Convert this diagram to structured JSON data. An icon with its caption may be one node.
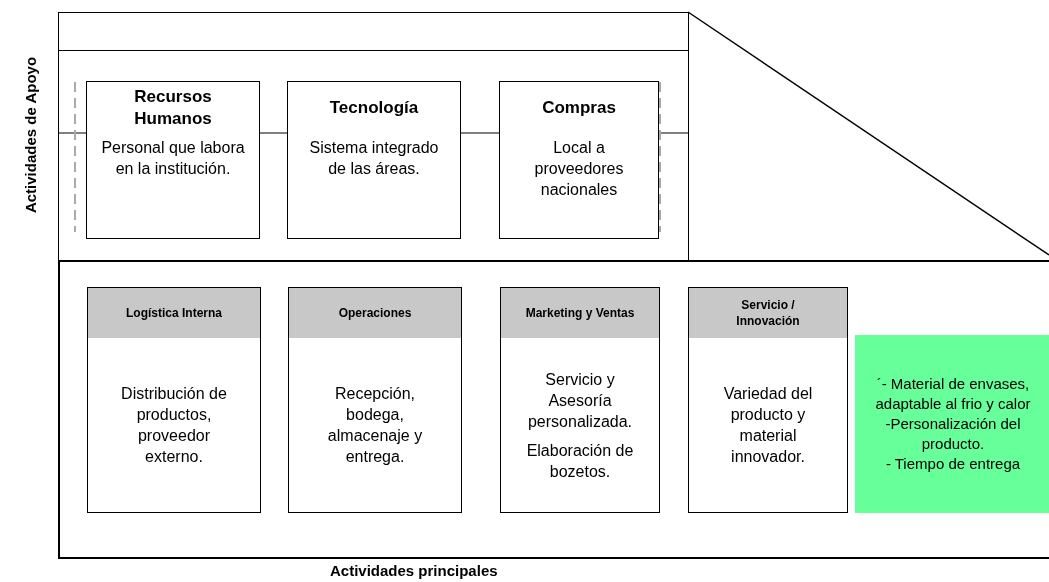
{
  "diagram": {
    "nodes": [
      {
        "text": [],
        "shape": "box"
      },
      {
        "text": [
          "Recursos Humanos",
          "Personal que labora en la institución."
        ],
        "in": 0
      },
      {
        "text": [
          "Tecnología",
          "Sistema integrado de las áreas."
        ],
        "in": 0
      },
      {
        "text": [
          "Compras",
          "Local a proveedores nacionales"
        ],
        "in": 0
      },
      {
        "text": [],
        "shape": "box"
      },
      {
        "text": [
          "Logística Interna",
          "Distribución de productos, proveedor externo."
        ],
        "in": 4
      },
      {
        "text": [
          "Operaciones",
          "Recepción, bodega, almacenaje y entrega."
        ],
        "in": 4
      },
      {
        "text": [
          "Marketing y Ventas",
          "Servicio y Asesoría personalizada.",
          "Elaboración de bozetos."
        ],
        "in": 4
      },
      {
        "text": [
          "Servicio / Innovación",
          "Variedad del producto y material innovador."
        ],
        "in": 4
      },
      {
        "text": [
          "´- Material de envases, adaptable al frio y calor",
          "-Personalización del producto.",
          "- Tiempo de entrega"
        ],
        "in": 4
      }
    ],
    "edges": [],
    "labels": [
      "Actividades de Apoyo",
      "Actividades principales"
    ]
  }
}
